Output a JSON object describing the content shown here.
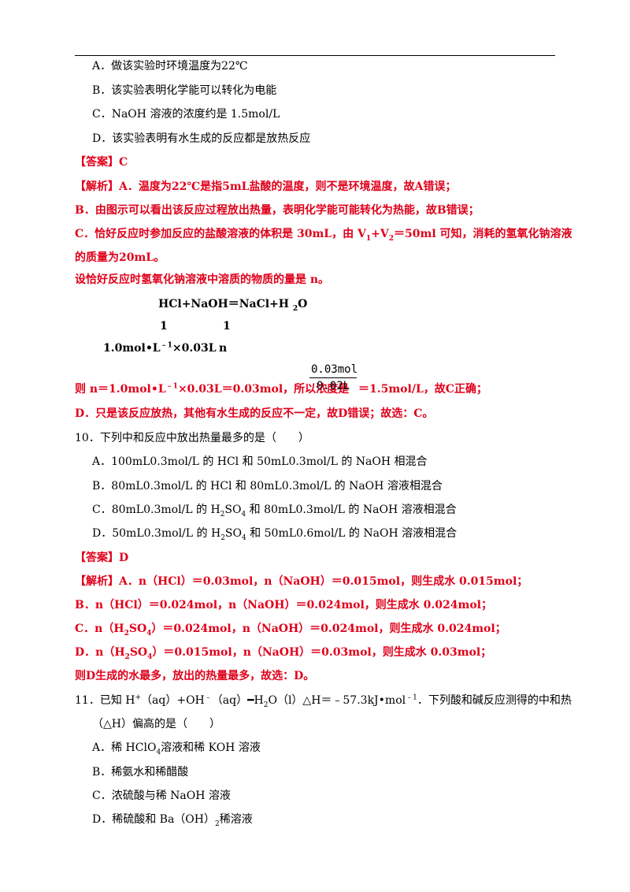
{
  "q9": {
    "options": {
      "a": "A．做该实验时环境温度为22℃",
      "b": "B．该实验表明化学能可以转化为电能",
      "c": "C．NaOH 溶液的浓度约是 1.5mol/L",
      "d": "D．该实验表明有水生成的反应都是放热反应"
    },
    "answer": "【答案】C",
    "analysis": {
      "tag": "【解析】",
      "a": "A．温度为22℃是指5mL盐酸的温度，则不是环境温度，故A错误；",
      "b": "B．由图示可以看出该反应过程放出热量，表明化学能可能转化为热能，故B错误；",
      "c_pre": "C．恰好反应时参加反应的盐酸溶液的体积是 30mL，由 V",
      "c_sub1": "1",
      "c_mid": "+V",
      "c_sub2": "2",
      "c_post": "＝50ml 可知，消耗的氢氧化钠溶液",
      "c_cont": "的质量为20mL。",
      "setup": "设恰好反应时氢氧化钠溶液中溶质的物质的量是 n。",
      "eq_pre": "HCl+NaOH＝NaCl+H",
      "eq_sub": "2",
      "eq_post": "O",
      "coef1": "1",
      "coef2": "1",
      "amt_pre": "1.0mol•L",
      "amt_sup": "﹣1",
      "amt_post": "×0.03L",
      "amt_n": "n",
      "calc_pre": "则 n＝1.0mol•L",
      "calc_sup": "﹣1",
      "calc_mid": "×0.03L＝0.03mol，所以浓度是",
      "frac_num": "0.03mol",
      "frac_den": "0.02L",
      "calc_post": "＝1.5mol/L，故C正确；",
      "d": "D．只是该反应放热，其他有水生成的反应不一定，故D错误；故选：C。"
    }
  },
  "q10": {
    "stem": "10．下列中和反应中放出热量最多的是（　　）",
    "options": {
      "a": "A．100mL0.3mol/L 的 HCl 和 50mL0.3mol/L 的 NaOH 相混合",
      "b": "B．80mL0.3mol/L 的 HCl 和 80mL0.3mol/L 的 NaOH 溶液相混合",
      "c_pre": "C．80mL0.3mol/L 的 H",
      "c_sub1": "2",
      "c_mid": "SO",
      "c_sub2": "4",
      "c_post": " 和 80mL0.3mol/L 的 NaOH 溶液相混合",
      "d_pre": "D．50mL0.3mol/L 的 H",
      "d_sub1": "2",
      "d_mid": "SO",
      "d_sub2": "4",
      "d_post": " 和 50mL0.6mol/L 的 NaOH 溶液相混合"
    },
    "answer": "【答案】D",
    "analysis": {
      "tag": "【解析】",
      "a": "A．n（HCl）＝0.03mol，n（NaOH）＝0.015mol，则生成水 0.015mol；",
      "b": "B．n（HCl）＝0.024mol，n（NaOH）＝0.024mol，则生成水 0.024mol；",
      "c_pre": "C．n（H",
      "c_sub1": "2",
      "c_mid": "SO",
      "c_sub2": "4",
      "c_post": "）＝0.024mol，n（NaOH）＝0.024mol，则生成水 0.024mol；",
      "d_pre": "D．n（H",
      "d_sub1": "2",
      "d_mid": "SO",
      "d_sub2": "4",
      "d_post": "）＝0.015mol，n（NaOH）＝0.03mol，则生成水 0.03mol；",
      "conclusion": "则D生成的水最多，放出的热量最多，故选：D。"
    }
  },
  "q11": {
    "stem_1": "11．已知 H",
    "stem_sup1": "+",
    "stem_2": "（aq）+OH",
    "stem_sup2": "﹣",
    "stem_3": "（aq）━H",
    "stem_sub": "2",
    "stem_4": "O（l）△H＝﹣57.3kJ•mol",
    "stem_sup3": "﹣1",
    "stem_5": "．下列酸和碱反应测得的中和热",
    "stem_cont": "（△H）偏高的是（　　）",
    "options": {
      "a_pre": "A．稀 HClO",
      "a_sub": "4",
      "a_post": "溶液和稀 KOH 溶液",
      "b": "B．稀氨水和稀醋酸",
      "c": "C．浓硫酸与稀 NaOH 溶液",
      "d_pre": "D．稀硫酸和 Ba（OH）",
      "d_sub": "2",
      "d_post": "稀溶液"
    }
  }
}
